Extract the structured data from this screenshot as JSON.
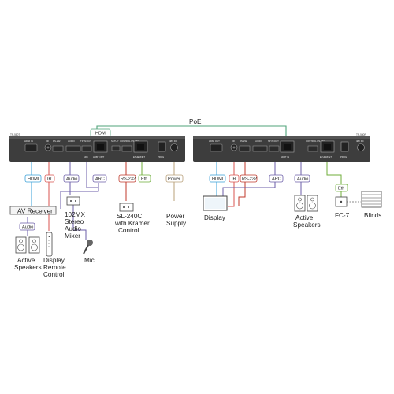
{
  "poe_label": "PoE",
  "left_unit": {
    "model": "TP-580T",
    "hdmi_tag": "HDMI",
    "ports": {
      "hdmi_in": "HDMI IN",
      "ir": "IR",
      "rs232": "RS-232",
      "audio": "AUDIO",
      "tp_in_out": "TP IN/OUT",
      "arc": "ARC",
      "hdbt_out": "HDBT OUT",
      "setup": "SETUP",
      "control": "CONTROL RS-232",
      "ethernet": "ETHERNET",
      "usb": "PROG",
      "power": "48V DC"
    }
  },
  "right_unit": {
    "model": "TP-580R",
    "ports": {
      "hdmi_out": "HDMI OUT",
      "ir": "IR",
      "rs232": "RS-232",
      "audio": "AUDIO",
      "tp_in_out": "TP IN/OUT",
      "hdbt_in": "HDBT IN",
      "control": "CONTROL RS-232",
      "ethernet": "ETHERNET",
      "usb": "PROG",
      "power": "48V DC"
    }
  },
  "left_tags": {
    "hdmi": "HDMI",
    "ir": "IR",
    "audio": "Audio",
    "arc": "ARC",
    "rs232": "RS-232",
    "eth": "Eth",
    "power": "Power",
    "audio_bottom": "Audio"
  },
  "right_tags": {
    "hdmi": "HDMI",
    "ir": "IR",
    "rs232": "RS-232",
    "arc": "ARC",
    "audio": "Audio",
    "eth": "Eth"
  },
  "left_devices": {
    "av_receiver": "AV Receiver",
    "active_speakers": [
      "Active",
      "Speakers"
    ],
    "display_remote": [
      "Display",
      "Remote",
      "Control"
    ],
    "mixer": [
      "102MX",
      "Stereo",
      "Audio",
      "Mixer"
    ],
    "mic": "Mic",
    "sl240c": [
      "SL-240C",
      "with Kramer",
      "Control"
    ],
    "power_supply": [
      "Power",
      "Supply"
    ]
  },
  "right_devices": {
    "display": "Display",
    "active_speakers": [
      "Active",
      "Speakers"
    ],
    "fc7": "FC-7",
    "blinds": "Blinds"
  },
  "colors": {
    "device": "#3d3d3d",
    "hdmi": "#3aa0d8",
    "ir": "#d9534f",
    "audio": "#6b5ea8",
    "arc": "#6b5ea8",
    "rs232": "#c0392b",
    "eth": "#6fae3a",
    "power": "#b9a07a",
    "poe": "#4fa37a"
  }
}
